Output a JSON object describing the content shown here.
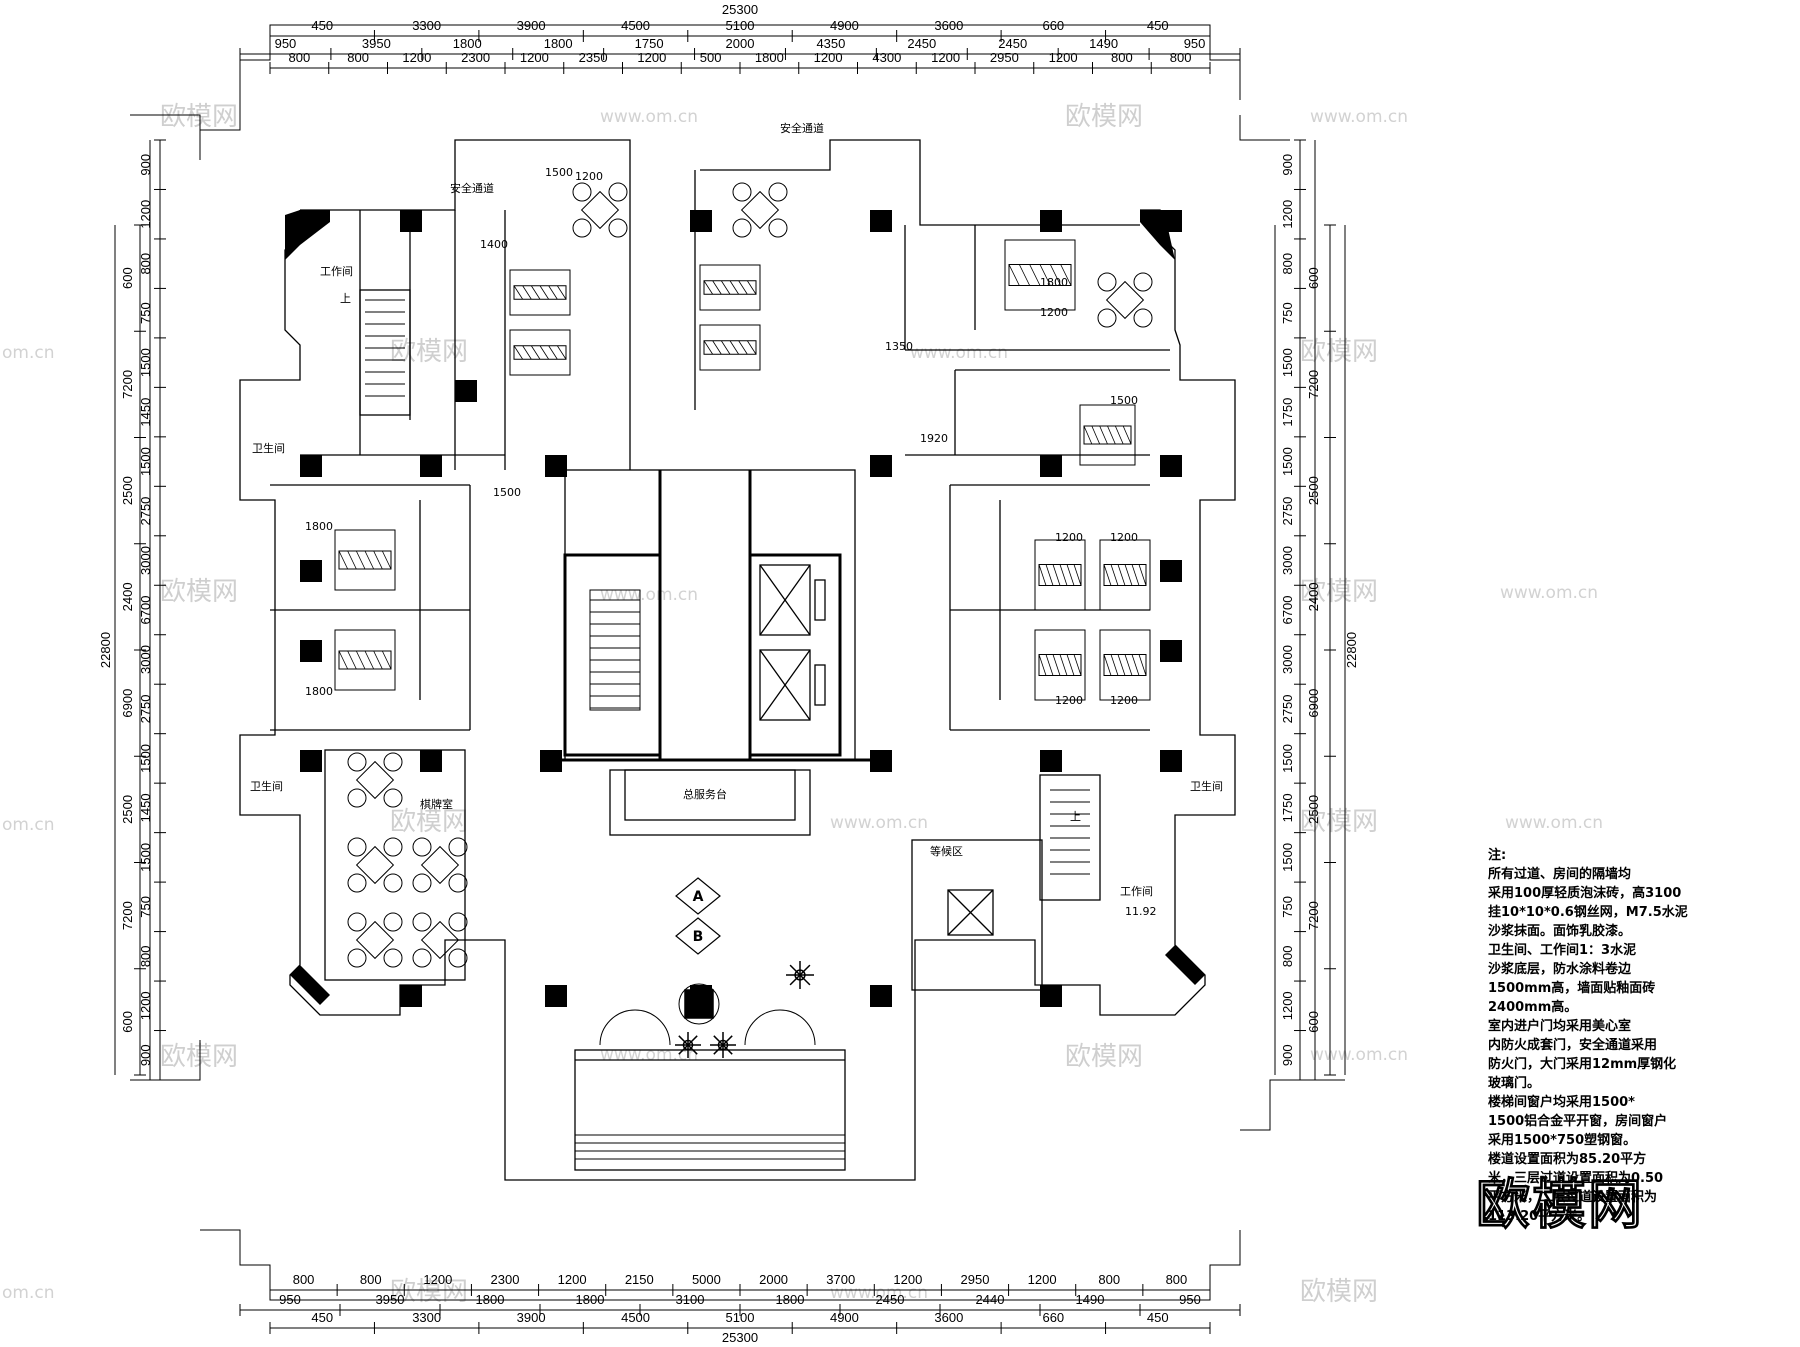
{
  "colors": {
    "line": "#000000",
    "watermark": "#cfcfcf",
    "background": "#ffffff"
  },
  "dims": {
    "top_total": "25300",
    "top_r1": [
      "450",
      "3300",
      "3900",
      "4500",
      "5100",
      "4900",
      "3600",
      "660",
      "450"
    ],
    "top_r2": [
      "950",
      "3950",
      "1800",
      "1800",
      "1750",
      "2000",
      "4350",
      "2450",
      "2450",
      "1490",
      "950"
    ],
    "top_r3": [
      "800",
      "800",
      "1200",
      "2300",
      "1200",
      "2350",
      "1200",
      "500",
      "1800",
      "1200",
      "4300",
      "1200",
      "2950",
      "1200",
      "800",
      "800"
    ],
    "bottom_total": "25300",
    "bottom_r1": [
      "800",
      "800",
      "1200",
      "2300",
      "1200",
      "2150",
      "5000",
      "2000",
      "3700",
      "1200",
      "2950",
      "1200",
      "800",
      "800"
    ],
    "bottom_r2": [
      "950",
      "3950",
      "1800",
      "1800",
      "3100",
      "1800",
      "2450",
      "2440",
      "1490",
      "950"
    ],
    "bottom_r3": [
      "450",
      "3300",
      "3900",
      "4500",
      "5100",
      "4900",
      "3600",
      "660",
      "450"
    ],
    "left_total": "22800",
    "left_a": [
      "900",
      "1200",
      "800",
      "750",
      "1500",
      "1450",
      "1500",
      "2750",
      "3000",
      "6700",
      "3000",
      "2750",
      "1500",
      "1450",
      "1500",
      "750",
      "800",
      "1200",
      "900"
    ],
    "left_b": [
      "600",
      "7200",
      "2500",
      "2400",
      "6900",
      "2500",
      "7200",
      "600"
    ],
    "right_total": "22800",
    "right_a": [
      "900",
      "1200",
      "800",
      "750",
      "1500",
      "1750",
      "1500",
      "2750",
      "3000",
      "6700",
      "3000",
      "2750",
      "1500",
      "1750",
      "1500",
      "750",
      "800",
      "1200",
      "900"
    ],
    "right_b": [
      "600",
      "7200",
      "2500",
      "2400",
      "6900",
      "2500",
      "7200",
      "600"
    ]
  },
  "rooms": {
    "safety_passage_left": "安全通道",
    "safety_passage_right": "安全通道",
    "workroom_top": "工作间",
    "workroom_bottom": "工作间",
    "workroom_area": "11.92",
    "wc_top_left": "卫生间",
    "wc_bottom_left": "卫生间",
    "wc_bottom_right": "卫生间",
    "chess_room": "棋牌室",
    "reception": "总服务台",
    "waiting": "等候区",
    "up_left": "上",
    "up_right": "上"
  },
  "inner_dims": [
    "1500",
    "1200",
    "1400",
    "1350",
    "1920",
    "1500",
    "1800",
    "1800",
    "1500",
    "1200",
    "1200",
    "1200",
    "1200",
    "1200",
    "1800"
  ],
  "markers": {
    "a": "A",
    "b": "B"
  },
  "notes": {
    "title": "注:",
    "lines": [
      "所有过道、房间的隔墙均",
      "采用100厚轻质泡沫砖，高3100",
      "挂10*10*0.6钢丝网，M7.5水泥",
      "沙浆抹面。面饰乳胶漆。",
      "卫生间、工作间1：3水泥",
      "沙浆底层，防水涂料卷边",
      "1500mm高，墙面贴釉面砖",
      "2400mm高。",
      "室内进户门均采用美心室",
      "内防火成套门，安全通道采用",
      "防火门，大门采用12mm厚钢化",
      "玻璃门。",
      "楼梯间窗户均采用1500*",
      "1500铝合金平开窗，房间窗户",
      "采用1500*750塑钢窗。",
      "楼道设置面积为85.20平方",
      "米，三层过道设置面积为0.50",
      "平方米，二层过道设置面积为",
      "113.20平方米。"
    ]
  },
  "watermarks": {
    "brand": "欧模网",
    "url": "www.om.cn",
    "url_short": "om.cn"
  }
}
